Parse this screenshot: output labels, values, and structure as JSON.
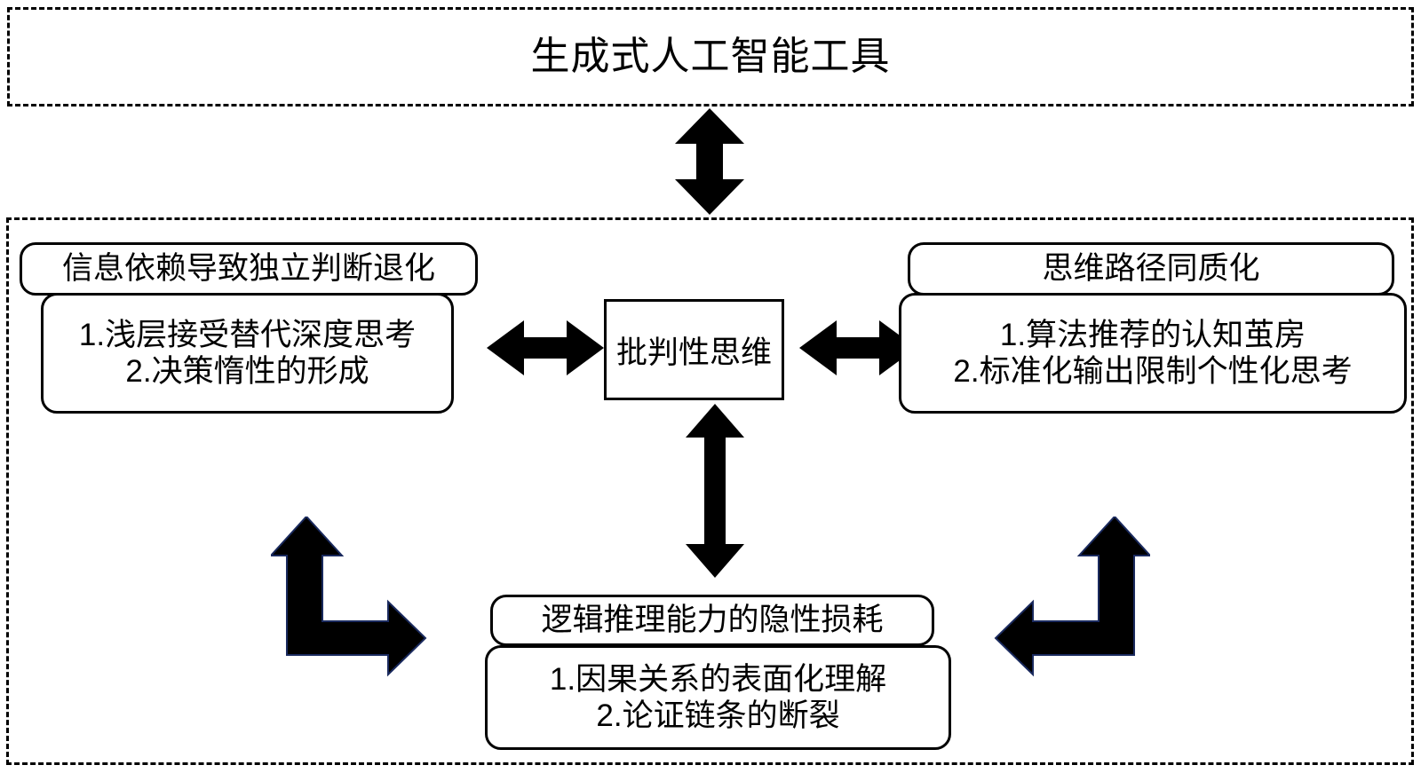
{
  "diagram": {
    "tool_container": {
      "title": "生成式人工智能工具"
    },
    "impact_container": {
      "center": {
        "label": "批判性思维"
      },
      "groups": [
        {
          "id": "left",
          "header": "信息依赖导致独立判断退化",
          "items": [
            "1.浅层接受替代深度思考",
            "2.决策惰性的形成"
          ]
        },
        {
          "id": "right",
          "header": "思维路径同质化",
          "items": [
            "1.算法推荐的认知茧房",
            "2.标准化输出限制个性化思考"
          ]
        },
        {
          "id": "bottom",
          "header": "逻辑推理能力的隐性损耗",
          "items": [
            "1.因果关系的表面化理解",
            "2.论证链条的断裂"
          ]
        }
      ]
    },
    "arrows": [
      {
        "id": "tool-to-impact",
        "icon": "double-arrow-vertical-icon"
      },
      {
        "id": "center-left",
        "icon": "double-arrow-horizontal-icon"
      },
      {
        "id": "center-right",
        "icon": "double-arrow-horizontal-icon"
      },
      {
        "id": "center-down",
        "icon": "double-arrow-vertical-icon"
      },
      {
        "id": "bent-left",
        "icon": "bent-double-arrow-up-right-icon"
      },
      {
        "id": "bent-right",
        "icon": "bent-double-arrow-up-left-icon"
      }
    ],
    "colors": {
      "stroke": "#000000",
      "fill": "#FFFFFF",
      "arrow": "#000000"
    }
  }
}
